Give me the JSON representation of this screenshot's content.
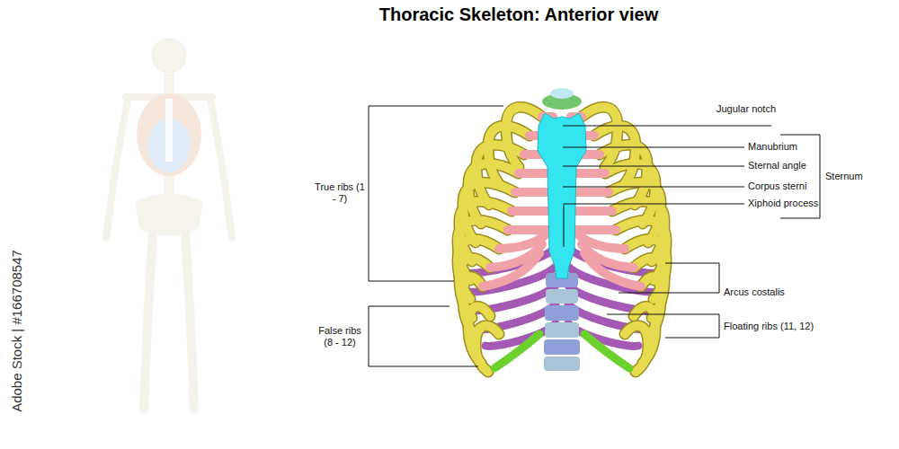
{
  "diagram": {
    "title": "Thoracic Skeleton: Anterior view",
    "labels": [
      "Jugular notch",
      "Manubrium",
      "Sternal angle",
      "Corpus sterni",
      "Xiphoid process",
      "Sternum",
      "True ribs (1 - 7)",
      "Arcus costalis",
      "Floating ribs (11, 12)",
      "False ribs (8 - 12)",
      "Adobe Stock | #166708547"
    ]
  }
}
